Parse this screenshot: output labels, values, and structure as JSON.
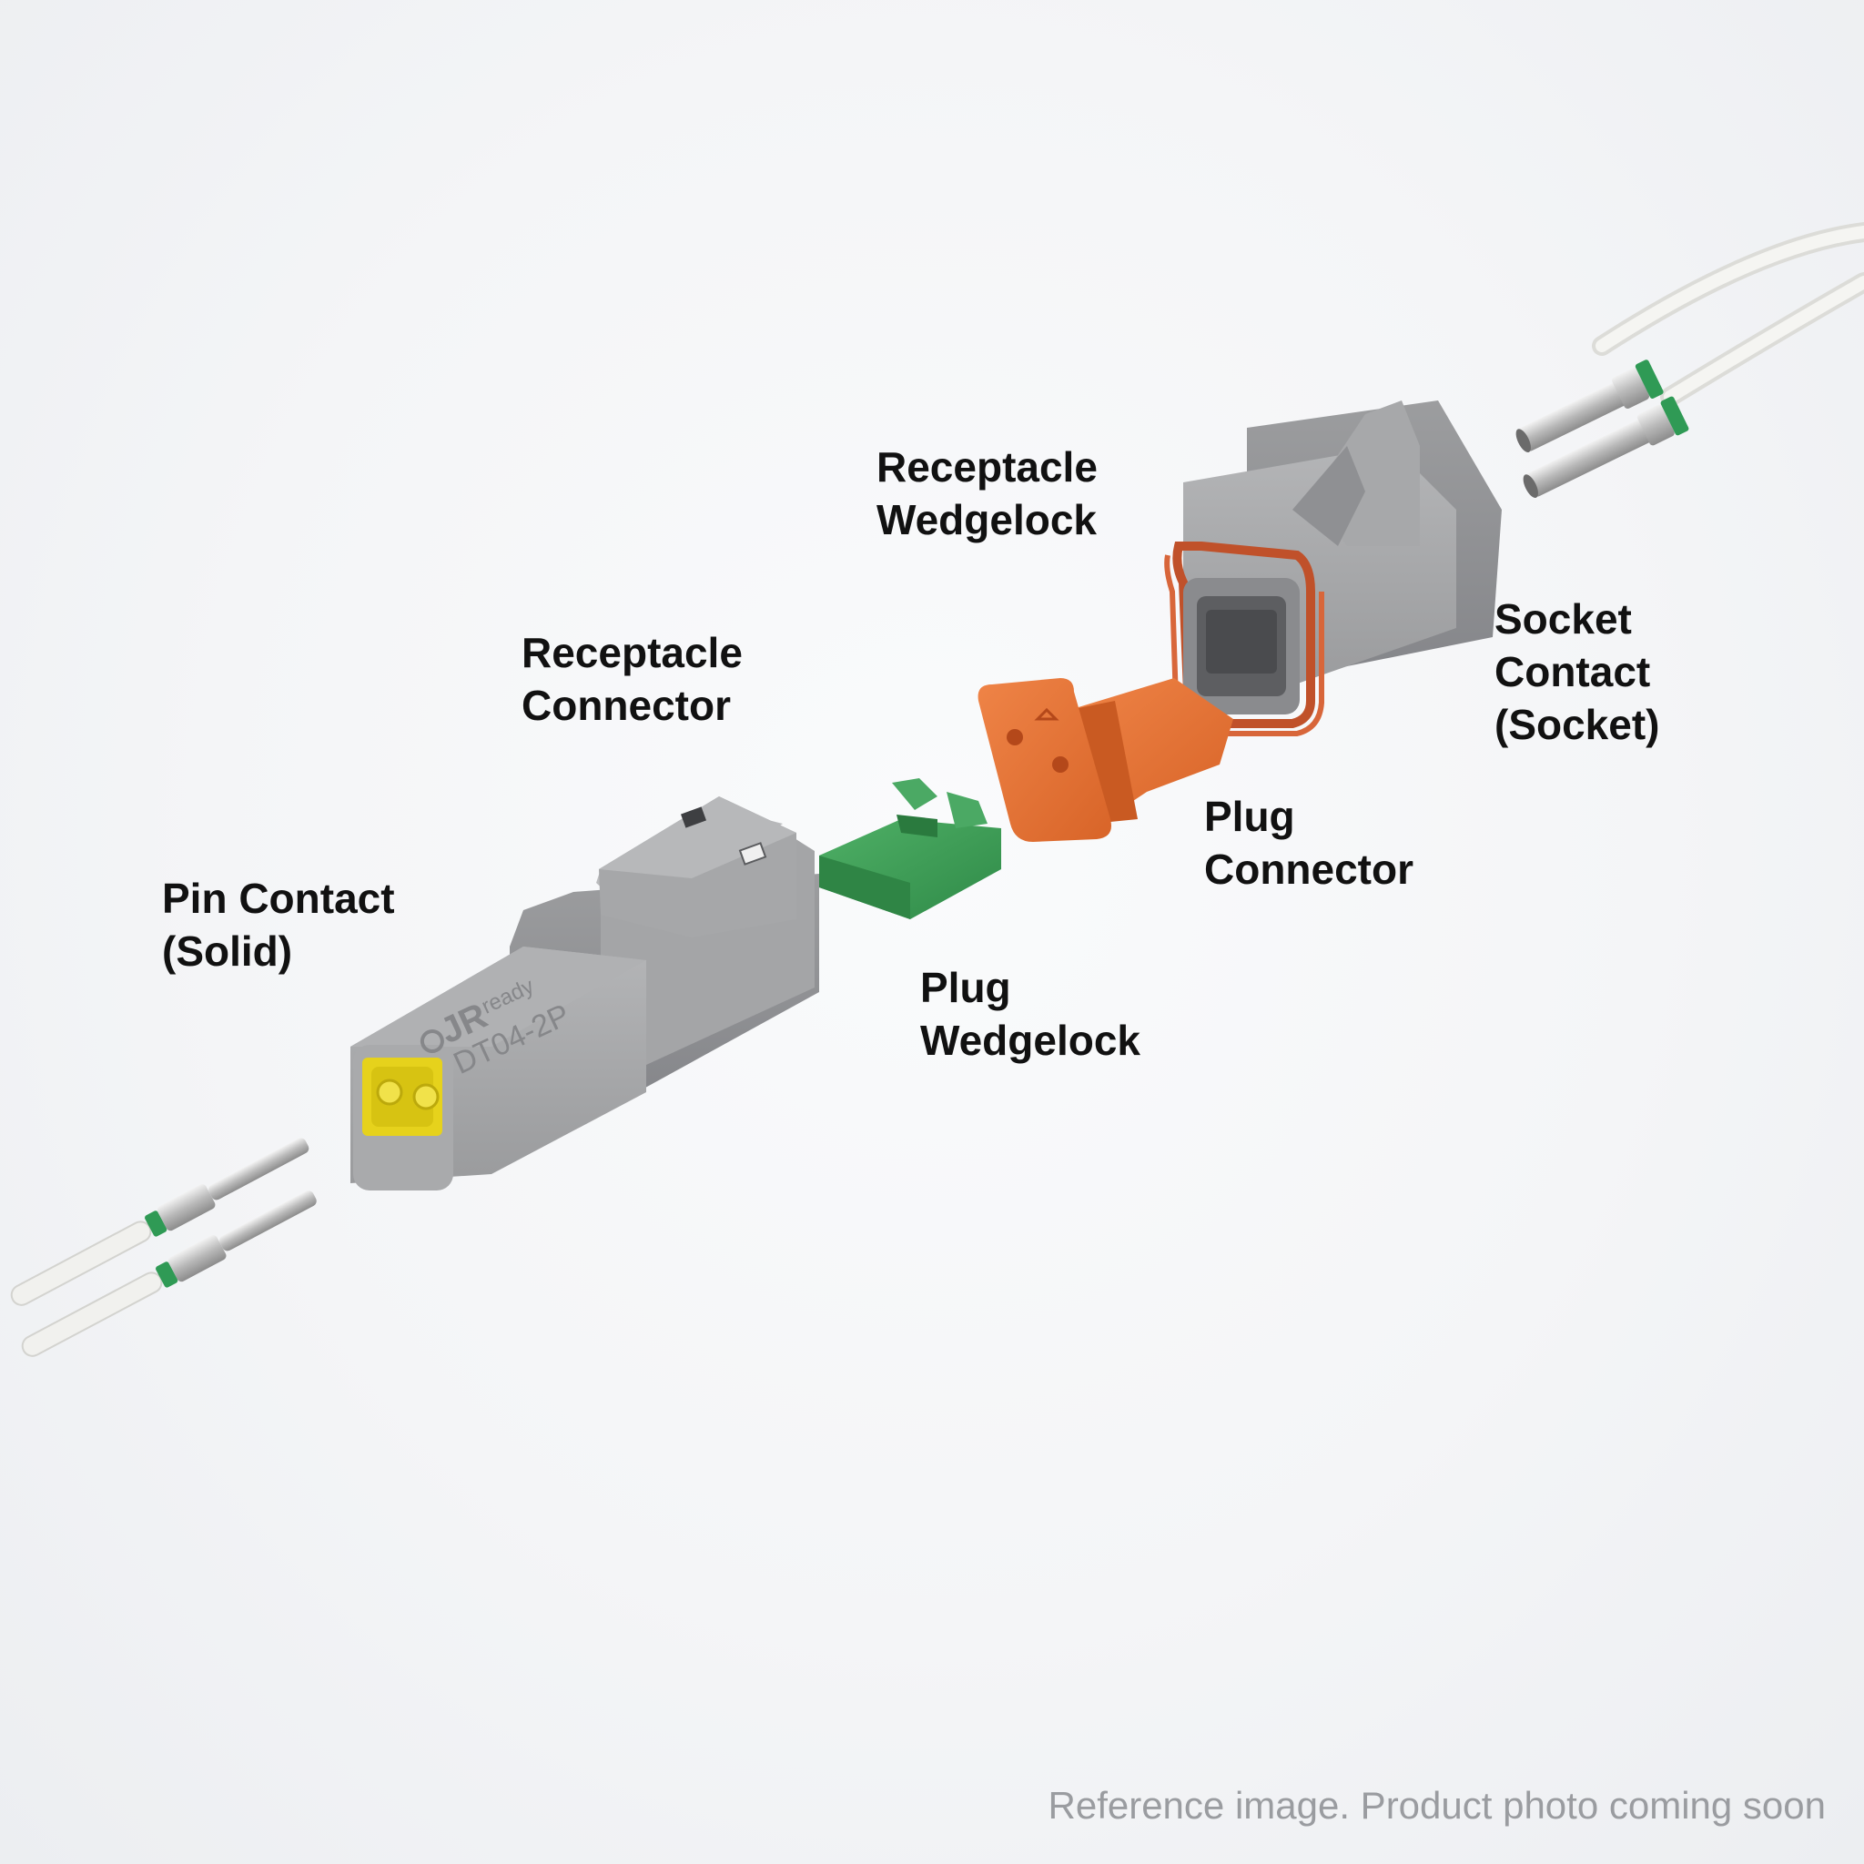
{
  "labels": {
    "pin_contact": {
      "line1": "Pin Contact",
      "line2": "(Solid)"
    },
    "receptacle_connector": {
      "line1": "Receptacle",
      "line2": "Connector"
    },
    "receptacle_wedgelock": {
      "line1": "Receptacle",
      "line2": "Wedgelock"
    },
    "socket_contact": {
      "line1": "Socket",
      "line2": "Contact",
      "line3": "(Socket)"
    },
    "plug_connector": {
      "line1": "Plug",
      "line2": "Connector"
    },
    "plug_wedgelock": {
      "line1": "Plug",
      "line2": "Wedgelock"
    }
  },
  "housing_marking": {
    "brand": "JR",
    "brand_suffix": "ready",
    "part_number": "DT04-2P"
  },
  "footer_note": "Reference image. Product photo coming soon",
  "colors": {
    "background": "#f3f4f6",
    "housing_gray": "#9b9c9e",
    "seal_orange": "#c8552c",
    "wedgelock_orange": "#e8733a",
    "wedgelock_green": "#3f9b56",
    "insert_yellow": "#e6d21c",
    "contact_metal": "#c9c9c9",
    "contact_band_green": "#2f9a55",
    "wire_white": "#f1f1ee"
  }
}
